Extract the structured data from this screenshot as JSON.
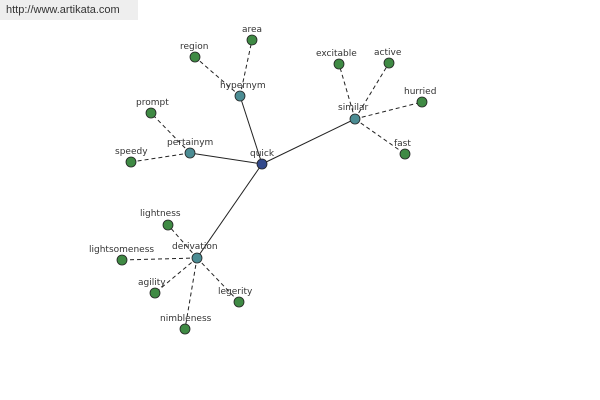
{
  "banner": {
    "url": "http://www.artikata.com"
  },
  "colors": {
    "root": "#334a8c",
    "relation": "#4b8c93",
    "leaf": "#3f8a44",
    "edge": "#222222"
  },
  "graph": {
    "root": {
      "id": "quick",
      "label": "quick"
    },
    "relations": [
      {
        "id": "hypernym",
        "label": "hypernym",
        "leaves": [
          "region",
          "area"
        ]
      },
      {
        "id": "similar",
        "label": "similar",
        "leaves": [
          "excitable",
          "active",
          "hurried",
          "fast"
        ]
      },
      {
        "id": "pertainym",
        "label": "pertainym",
        "leaves": [
          "prompt",
          "speedy"
        ]
      },
      {
        "id": "derivation",
        "label": "derivation",
        "leaves": [
          "lightness",
          "lightsomeness",
          "agility",
          "nimbleness",
          "legerity"
        ]
      }
    ]
  }
}
